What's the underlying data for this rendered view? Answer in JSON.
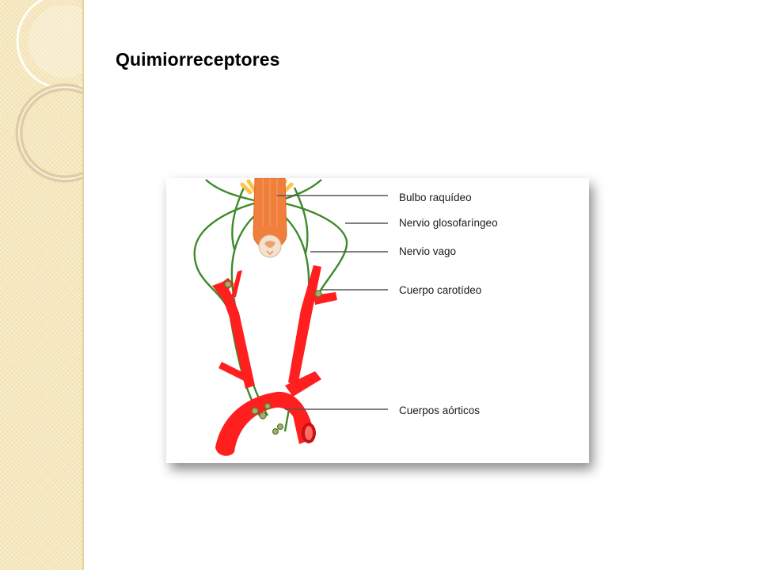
{
  "slide": {
    "title": "Quimiorreceptores"
  },
  "figure": {
    "labels": [
      "Bulbo raquídeo",
      "Nervio glosofaríngeo",
      "Nervio vago",
      "Cuerpo  carotídeo",
      "Cuerpos aórticos"
    ]
  },
  "colors": {
    "sidebar": "#f3e3b4",
    "artery": "#ff1f1f",
    "nerve": "#3d8a2a",
    "medulla": "#f07f3c"
  }
}
